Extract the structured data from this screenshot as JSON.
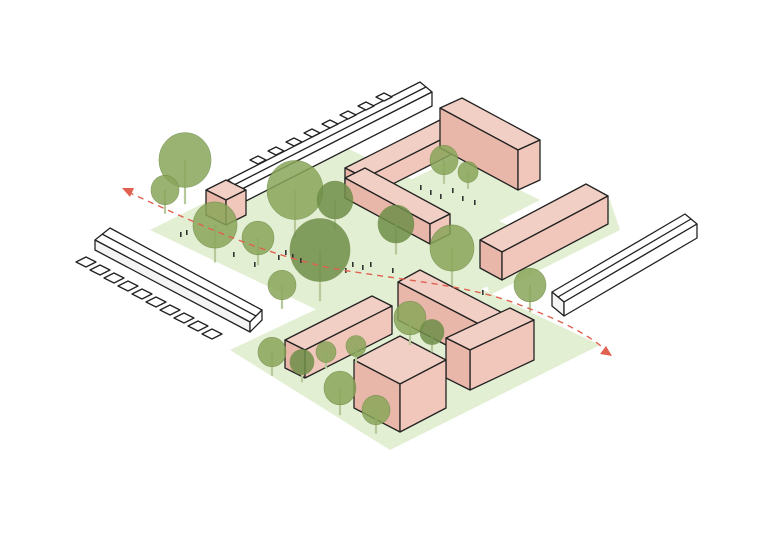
{
  "diagram": {
    "kind": "isometric urban block illustration",
    "colors": {
      "ground": "#e3efd3",
      "building_new": "#f2cfc4",
      "building_existing": "#ffffff",
      "tree": "#8aa65a",
      "route": "#e0614f",
      "outline": "#222222"
    },
    "building_groups": [
      {
        "id": "north-courtyard-block",
        "color": "pink"
      },
      {
        "id": "east-slab",
        "color": "pink"
      },
      {
        "id": "south-courtyard-block",
        "color": "pink"
      },
      {
        "id": "small-pavilion",
        "color": "pink"
      },
      {
        "id": "north-existing-row",
        "color": "white"
      },
      {
        "id": "west-existing-row",
        "color": "white"
      },
      {
        "id": "east-existing-row",
        "color": "white"
      }
    ],
    "route": {
      "style": "dashed",
      "ends": "arrows"
    }
  }
}
